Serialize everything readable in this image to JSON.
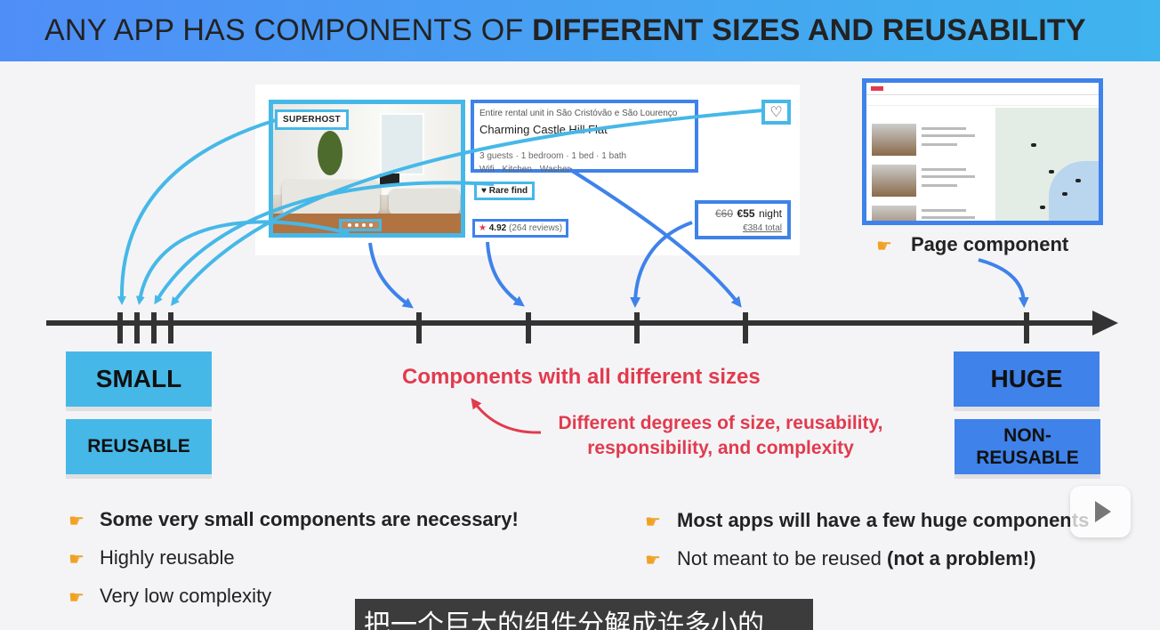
{
  "header": {
    "title_prefix": "ANY APP HAS COMPONENTS OF ",
    "title_bold": "DIFFERENT SIZES AND REUSABILITY"
  },
  "listing": {
    "superhost_label": "SUPERHOST",
    "subtitle": "Entire rental unit in São Cristóvão e São Lourenço",
    "title": "Charming Castle Hill Flat",
    "meta": "3 guests · 1 bedroom · 1 bed · 1 bath",
    "amenities": "Wifi · Kitchen · Washer",
    "rare_find": "Rare find",
    "rating": "4.92",
    "reviews": "(264 reviews)",
    "price_old": "€60",
    "price_new": "€55",
    "price_unit": "night",
    "price_total": "€384 total"
  },
  "page_component_label": "Page component",
  "scale": {
    "small_label": "SMALL",
    "reusable_label": "REUSABLE",
    "huge_label": "HUGE",
    "non_reusable_line1": "NON-",
    "non_reusable_line2": "REUSABLE"
  },
  "middle": {
    "title": "Components with all different sizes",
    "sub_line1": "Different degrees of size, reusability,",
    "sub_line2": "responsibility, and complexity"
  },
  "bullets_left": [
    {
      "text": "Some very small components are necessary!"
    },
    {
      "text": "Highly reusable"
    },
    {
      "text": "Very low complexity"
    }
  ],
  "bullets_right": [
    {
      "text": "Most apps will have a few huge components"
    },
    {
      "text_prefix": "Not meant to be reused ",
      "text_bold": "(not a problem!)"
    }
  ],
  "subtitle_caption": "把一个巨大的组件分解成许多小的",
  "colors": {
    "header_start": "#4f8ef7",
    "header_end": "#3fb4ee",
    "light_blue": "#46b8e8",
    "dark_blue": "#3f82ea",
    "red": "#e23a4e",
    "timeline": "#333333",
    "pointer": "#f0a224"
  },
  "icons": {
    "pointer": "pointing-hand-icon",
    "heart": "heart-icon",
    "star": "star-icon",
    "play": "play-icon"
  }
}
